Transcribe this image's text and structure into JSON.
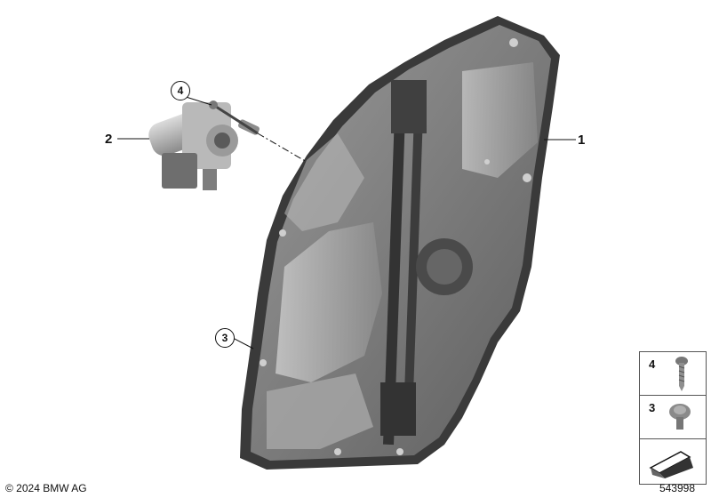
{
  "callouts": {
    "part1": "1",
    "part2": "2",
    "part3": "3",
    "part4": "4"
  },
  "legend": {
    "items": [
      "4",
      "3"
    ]
  },
  "footer": {
    "copyright": "© 2024 BMW AG",
    "diagram_number": "543998"
  }
}
